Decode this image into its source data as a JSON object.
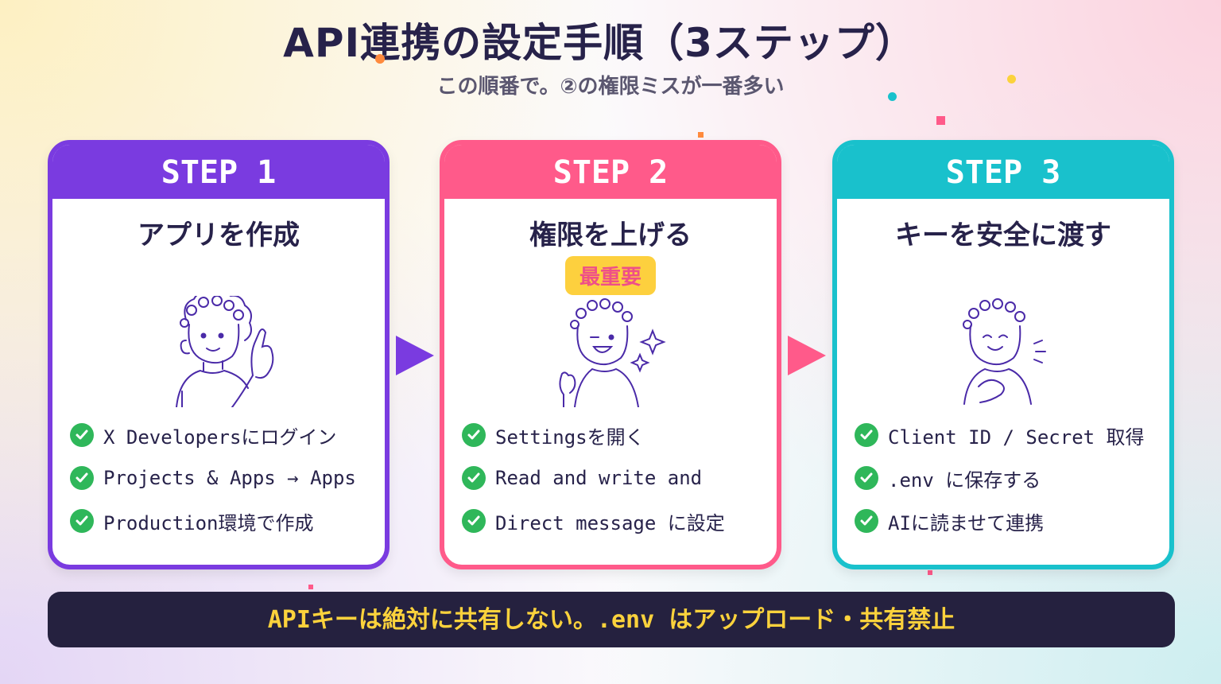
{
  "header": {
    "title": "API連携の設定手順（3ステップ）",
    "subtitle": "この順番で。②の権限ミスが一番多い"
  },
  "colors": {
    "step1": "#7a3be0",
    "step2": "#ff5a8a",
    "step3": "#19c1cc",
    "check": "#2fb75a",
    "footer_bg": "#25213f",
    "footer_text": "#fbd23c",
    "badge_bg": "#fdd03e",
    "badge_text": "#ef4f88"
  },
  "steps": [
    {
      "label": "STEP 1",
      "title": "アプリを作成",
      "icon": "person-pointing-up-icon",
      "items": [
        "X Developersにログイン",
        "Projects & Apps → Apps",
        "Production環境で作成"
      ]
    },
    {
      "label": "STEP 2",
      "title": "権限を上げる",
      "badge": "最重要",
      "icon": "person-winking-thumbs-up-icon",
      "items": [
        "Settingsを開く",
        "Read and write and",
        "Direct message に設定"
      ]
    },
    {
      "label": "STEP 3",
      "title": "キーを安全に渡す",
      "icon": "person-smiling-hand-on-chest-icon",
      "items": [
        "Client ID / Secret 取得",
        ".env に保存する",
        "AIに読ませて連携"
      ]
    }
  ],
  "footer": {
    "text": "APIキーは絶対に共有しない。.env はアップロード・共有禁止"
  }
}
